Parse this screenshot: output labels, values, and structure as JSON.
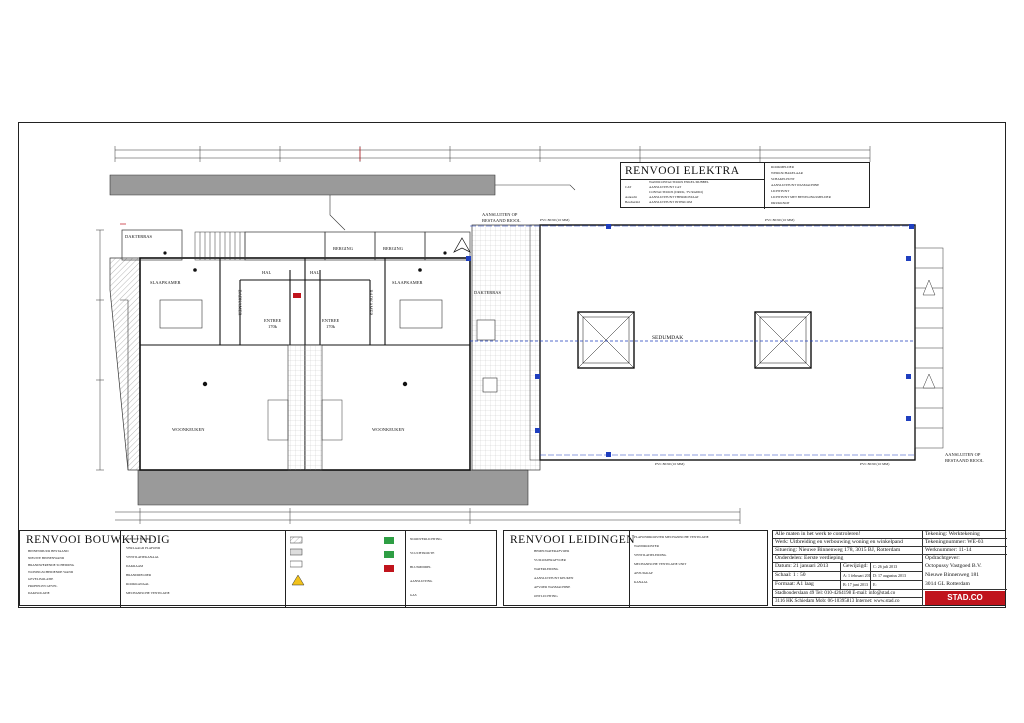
{
  "drawing": {
    "rooms": {
      "dakterras_left": "DAKTERRAS",
      "berging_1": "BERGING",
      "berging_2": "BERGING",
      "hal_1": "HAL",
      "hal_2": "HAL",
      "slaapkamer_left": "SLAAPKAMER",
      "slaapkamer_right": "SLAAPKAMER",
      "badkamer_left": "BADKAMER",
      "badkamer_right": "BADKAMER",
      "entree_left": "ENTREE",
      "entree_right": "ENTREE",
      "entree_left_num": "170k",
      "entree_right_num": "170k",
      "woonkeuken_left": "WOONKEUKEN",
      "woonkeuken_right": "WOONKEUKEN",
      "dakterras_right": "DAKTERRAS",
      "sedumdak": "SEDUMDAK"
    },
    "notes": {
      "aansluiten_top_1": "AANSLUITEN OP",
      "aansluiten_top_2": "BESTAAND RIOOL",
      "aansluiten_right_1": "AANSLUITEN OP",
      "aansluiten_right_2": "BESTAAND RIOOL",
      "pvc_top_left": "PVC 80/90 (10 MM)",
      "pvc_top_right": "PVC 80/90 (10 MM)",
      "pvc_bottom_left": "PVC 80/90 (10 MM)",
      "pvc_bottom_right": "PVC 80/90 (10 MM)"
    }
  },
  "legend_elektra": {
    "title": "RENVOOI ELEKTRA",
    "rows_left": [
      "WANDCONTACTDOOS ENKEL/DUBBEL",
      "AANSLUITPUNT CAT",
      "CONTACTDOOS (DRUK, TV/RADIO)",
      "AANSLUITPUNT THERMOSTAAT",
      "AANSLUITPUNT INTERCOM"
    ],
    "row_labels": [
      "CAT",
      "Aanrecht",
      "Beschermd"
    ],
    "rows_right": [
      "ROOKMELDER",
      "WERKSCHAKELAAR",
      "SCHAKELPUNT",
      "AANSLUITPUNT WASMACHINE",
      "LICHTPUNT",
      "LICHTPUNT MET BEWEGINGSMELDER",
      "DRUKKNOP"
    ]
  },
  "legend_bouwkundig": {
    "title": "RENVOOI BOUWKUNDIG",
    "rows": [
      "BINNENMUUR BESTAAND",
      "NIEUWE BINNENWAND",
      "BRANDWERENDE SCHEIDING",
      "WONINGSCHEIDENDE WAND",
      "GEVELISOLATIE",
      "PROFIELEN GEVEL",
      "DAKISOLATIE"
    ],
    "middle_rows": [
      "NIEUWE VLOER",
      "VERLAAGD PLAFOND",
      "VENTILATIEKANAAL",
      "DAKRAAM",
      "BRANDMELDER",
      "ROOKKANAAL",
      "MECHANISCHE VENTILATIE"
    ],
    "right_rows": [
      "NOODVERLICHTING",
      "VLUCHTROUTE",
      "BLUSMIDDEL",
      "AANSLUITING",
      "GAS"
    ]
  },
  "legend_leidingen": {
    "title": "RENVOOI LEIDINGEN",
    "rows": [
      "HEMELWATERAFVOER",
      "VUILWATERAFVOER",
      "WATERLEIDING",
      "AANSLUITPUNT KEUKEN",
      "AFVOER WASMACHINE",
      "ONTLUCHTING"
    ],
    "right_rows": [
      "PLAFONDROOSTER MECHANISCHE VENTILATIE",
      "WANDROOSTER",
      "VENTILATIELEIDING",
      "MECHANISCHE VENTILATIE UNIT",
      "AFZUIGKAP",
      "KANAAL"
    ]
  },
  "title_block": {
    "note": "Alle maten in het werk te controleren!",
    "werk": "Werk: Uitbreiding en verbouwing woning en winkelpand",
    "situering": "Situering: Nieuwe Binnenweg 178, 3015 BJ, Rotterdam",
    "onderdeel": "Onderdelen: Eerste verdieping",
    "datum": "Datum: 21 januari 2013",
    "schaal": "Schaal: 1 : 50",
    "formaat": "Formaat: A1 laag",
    "gewijzigd": "Gewijzigd:",
    "rev_c": "C: 26 juli 2013",
    "rev_a": "A: 1 februari 2013",
    "rev_d": "D: 17 augustus 2013",
    "rev_b": "B: 17 juni 2013",
    "rev_e": "E:",
    "address_1": "Stadhouderslaan 49  Tel:  010-4264198  E-mail:  info@stad.co",
    "address_2": "3116 HK  Schiedam  Mob: 06-10395813  Internet: www.stad.co",
    "tekening_label": "Tekening: Werktekening",
    "tekeningnummer": "Tekeningnummer:  WE-03",
    "werknummer": "Werknummer:  11-14",
    "opdrachtgever_label": "Opdrachtgever:",
    "opdrachtgever_1": "Octopussy Vastgoed B.V.",
    "opdrachtgever_2": "Nieuwe Binnenweg 181",
    "opdrachtgever_3": "3014 GL Rotterdam",
    "logo_text": "STAD.CO"
  },
  "colors": {
    "ink": "#111111",
    "grey_fill": "#9a9a9a",
    "blue_line": "#1f3fbf",
    "red_accent": "#c0141c",
    "hatch": "#777777"
  }
}
